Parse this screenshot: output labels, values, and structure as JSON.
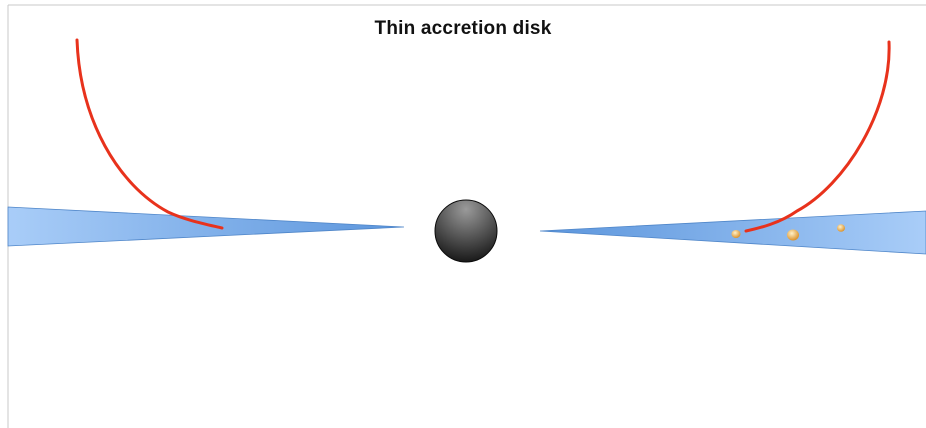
{
  "title": "Thin accretion disk",
  "colors": {
    "background": "#ffffff",
    "frame": "#c8c8c8",
    "disk_light": "#a9cdf8",
    "disk_dark": "#5b95dc",
    "disk_edge": "#4f86c9",
    "field_line": "#e8321c",
    "black_hole_light": "#9a9a9a",
    "black_hole_dark": "#0a0a0a",
    "blob_light": "#fff1c9",
    "blob_dark": "#d98b1e"
  },
  "icons": {
    "black_hole": "black-hole-icon",
    "disk_left": "accretion-disk-left-icon",
    "disk_right": "accretion-disk-right-icon",
    "field_line_left": "magnetic-field-line-left-icon",
    "field_line_right": "magnetic-field-line-right-icon",
    "blob": "plasma-blob-icon"
  },
  "counts": {
    "plasma_blobs": 3,
    "field_lines": 2
  }
}
